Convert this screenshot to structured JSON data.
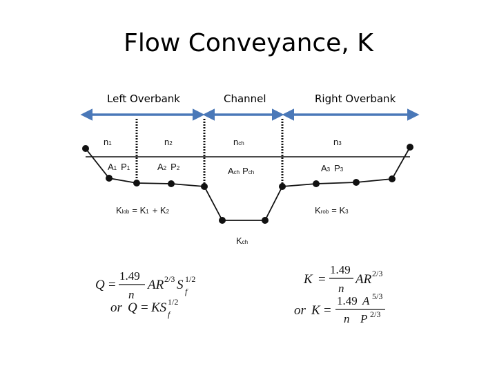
{
  "title": "Flow Conveyance, K",
  "regions": {
    "left": "Left Overbank",
    "channel": "Channel",
    "right": "Right Overbank"
  },
  "arrow_color": "#4a78b8",
  "manning": {
    "n1": "n",
    "n1_sub": "1",
    "n2": "n",
    "n2_sub": "2",
    "nch": "n",
    "nch_sub": "ch",
    "n3": "n",
    "n3_sub": "3"
  },
  "areas": {
    "a1": "A",
    "a1_sub": "1",
    "p1": "P",
    "p1_sub": "1",
    "a2": "A",
    "a2_sub": "2",
    "p2": "P",
    "p2_sub": "2",
    "ach": "A",
    "ach_sub": "ch",
    "pch": "P",
    "pch_sub": "ch",
    "a3": "A",
    "a3_sub": "3",
    "p3": "P",
    "p3_sub": "3"
  },
  "conveyance": {
    "klob_k": "K",
    "klob_sub": "lob",
    "klob_rhs": "= K",
    "klob_rhs_sub1": "1",
    "klob_plus": "+ K",
    "klob_rhs_sub2": "2",
    "krob_k": "K",
    "krob_sub": "rob",
    "krob_rhs": "= K",
    "krob_rhs_sub": "3",
    "kch_k": "K",
    "kch_sub": "ch"
  },
  "formulas": {
    "left_q": "Q",
    "eq": "=",
    "coef": "1.49",
    "n": "n",
    "ar": "AR",
    "exp23": "2/3",
    "s": "S",
    "exp12": "1/2",
    "f": "f",
    "or": "or",
    "ks": "KS",
    "right_k": "K",
    "a": "A",
    "p": "P",
    "exp53": "5/3"
  }
}
